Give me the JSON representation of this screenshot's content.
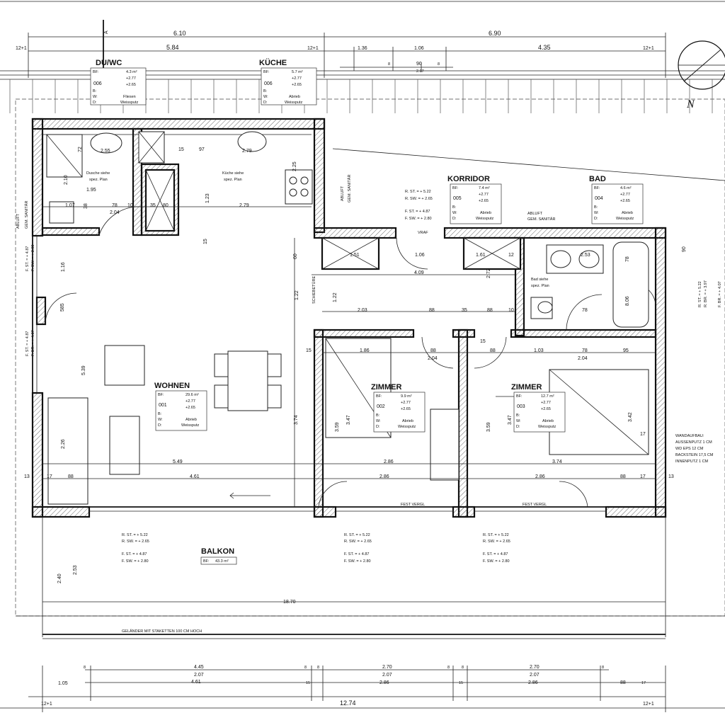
{
  "plan": {
    "section_marker": "A",
    "north_label": "N",
    "top_dims_row1": [
      "6.10",
      "6.90"
    ],
    "top_dims_row2": [
      "12+1",
      "5.84",
      "12+1",
      "1.36",
      "1.06",
      "4.35",
      "12+1"
    ],
    "top_dims_row3": [
      "8",
      "90",
      "8",
      "2.07"
    ],
    "bottom_dims_row1": [
      "8",
      "4.45",
      "8",
      "8",
      "2.70",
      "8",
      "8",
      "2.70",
      "8"
    ],
    "bottom_dims_row2": [
      "2.07",
      "2.07",
      "2.07"
    ],
    "bottom_dims_row3": [
      "1.05",
      "4.61",
      "15",
      "2.86",
      "15",
      "2.86",
      "88",
      "17"
    ],
    "bottom_total": [
      "12+1",
      "12.74",
      "12+1"
    ],
    "balcony_width": "18.70",
    "balcony_depth": [
      "2.40",
      "2.53"
    ],
    "railing_note": "GELÄNDER MIT STAKETTEN 100 CM HOCH",
    "wall_build_up": [
      "WANDAUFBAU:",
      "AUSSENPUTZ 1 CM",
      "WD EPS 12 CM",
      "BACKSTEIN 17,5 CM",
      "INNENPUTZ 1 CM"
    ],
    "abluft_left": [
      "ABLUFT",
      "GEM. SANITÄR"
    ],
    "abluft_mid": [
      "ABLUFT",
      "GEM. SANITÄR"
    ],
    "abluft_right": [
      "ABLUFT",
      "GEM. SANITÄR"
    ],
    "fest_vergl": "FEST VERGL",
    "vraf": "VRAF",
    "schiebetuer": "SCHIEBETÜRE"
  },
  "rooms": {
    "duwc": {
      "name": "DU/WC",
      "num": "006",
      "bf": "4.3 m²",
      "h1": "+2.77",
      "h2": "+2.65",
      "b": "Fliesen",
      "w": "",
      "d": "Weissputz",
      "note": [
        "Dusche siehe",
        "spez. Plan"
      ]
    },
    "kueche": {
      "name": "KÜCHE",
      "num": "006",
      "bf": "5.7 m²",
      "h1": "+2.77",
      "h2": "+2.65",
      "b": "",
      "w": "Abrieb",
      "d": "Weissputz",
      "note": [
        "Küche siehe",
        "spez. Plan"
      ]
    },
    "korridor": {
      "name": "KORRIDOR",
      "num": "005",
      "bf": "7.4 m²",
      "h1": "+2.77",
      "h2": "+2.65",
      "b": "",
      "w": "Abrieb",
      "d": "Weissputz"
    },
    "bad": {
      "name": "BAD",
      "num": "004",
      "bf": "4.6 m²",
      "h1": "+2.77",
      "h2": "+2.65",
      "b": "",
      "w": "Abrieb",
      "d": "Weissputz",
      "note": [
        "Bad siehe",
        "spez. Plan"
      ]
    },
    "wohnen": {
      "name": "WOHNEN",
      "num": "001",
      "bf": "29.6 m²",
      "h1": "+2.77",
      "h2": "+2.65",
      "b": "",
      "w": "Abrieb",
      "d": "Weissputz"
    },
    "zimmer2": {
      "name": "ZIMMER",
      "num": "002",
      "bf": "9.9 m²",
      "h1": "+2.77",
      "h2": "+2.65",
      "b": "",
      "w": "Abrieb",
      "d": "Weissputz"
    },
    "zimmer3": {
      "name": "ZIMMER",
      "num": "003",
      "bf": "12.7 m²",
      "h1": "+2.77",
      "h2": "+2.65",
      "b": "",
      "w": "Abrieb",
      "d": "Weissputz"
    },
    "balkon": {
      "name": "BALKON",
      "bf": "43.3 m²"
    }
  },
  "levels": {
    "rst": "R. ST. = + 5.22",
    "rsw": "R. SW. = + 2.65",
    "fst": "F. ST. = + 4.87",
    "fsw": "F. SW. = + 2.80",
    "fsw_corr": "F. SW. = + 2.80",
    "fst_left_a": "F. ST. = + 4.87",
    "fsw_left_a": "F. SW. = + 2.80",
    "fbr_left": "F. BR. = + 4.07",
    "right_rst": "R. ST. = + 5.22",
    "right_rbr": "R. BR. = + 3.97",
    "right_fbr": "F. BR. = + 4.07"
  },
  "interior_dims": {
    "duwc": [
      "72",
      "2.55",
      "2.10",
      "1.95",
      "1.07",
      "38",
      "78",
      "10",
      "2.04"
    ],
    "kueche": [
      "15",
      "97",
      "2.79",
      "1.23",
      "2.79",
      "35",
      "80",
      "15",
      "2.25"
    ],
    "korridor": [
      "1.51",
      "1.06",
      "4.09",
      "1.61",
      "12",
      "1.22",
      "2.72",
      "2.03",
      "88",
      "35",
      "88",
      "10"
    ],
    "bad": [
      "2.53",
      "78",
      "78",
      "90",
      "8.06"
    ],
    "wohnen": [
      "60",
      "1.22",
      "1.16",
      "585",
      "5.39",
      "2.26",
      "5.49",
      "4.61",
      "88",
      "17",
      "13",
      "3.74"
    ],
    "zimmer2": [
      "15",
      "1.86",
      "88",
      "2.04",
      "3.59",
      "3.47",
      "2.86",
      "2.86"
    ],
    "zimmer3": [
      "88",
      "15",
      "1.03",
      "78",
      "95",
      "2.04",
      "3.59",
      "3.47",
      "3.42",
      "17",
      "3.74",
      "2.86",
      "88",
      "17",
      "13"
    ]
  }
}
